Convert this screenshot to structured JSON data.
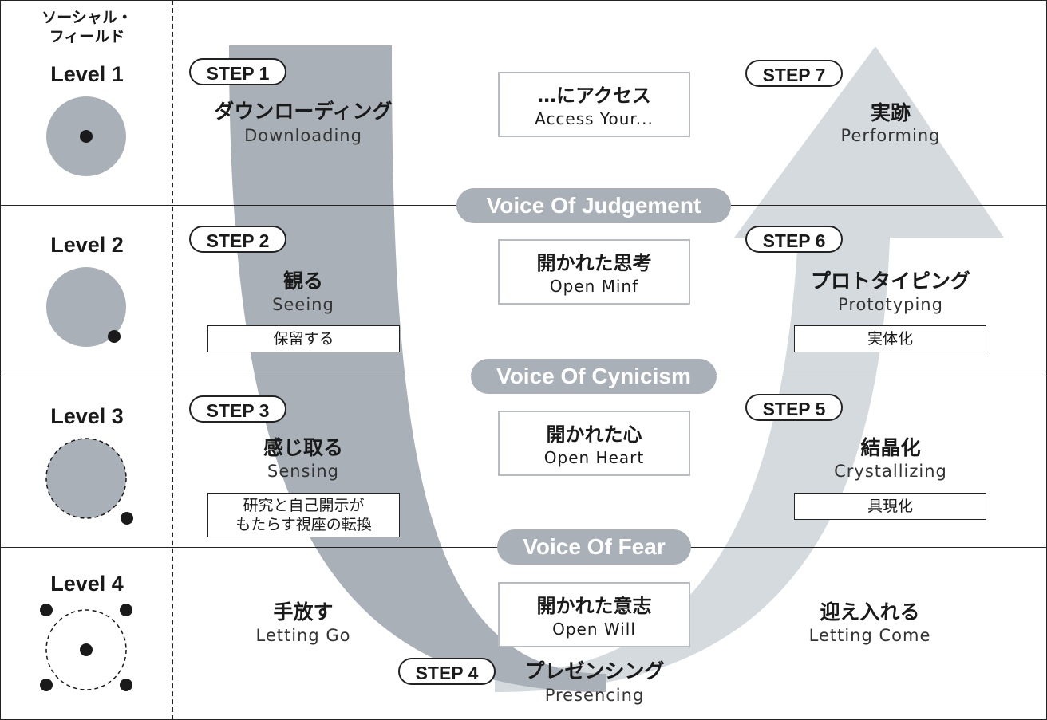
{
  "field_label": "ソーシャル・\nフィールド",
  "levels": [
    {
      "label": "Level 1"
    },
    {
      "label": "Level 2"
    },
    {
      "label": "Level 3"
    },
    {
      "label": "Level 4"
    }
  ],
  "steps": {
    "s1": {
      "tag": "STEP 1",
      "jp": "ダウンローディング",
      "en": "Downloading"
    },
    "s2": {
      "tag": "STEP 2",
      "jp": "観る",
      "en": "Seeing",
      "box": "保留する"
    },
    "s3": {
      "tag": "STEP 3",
      "jp": "感じ取る",
      "en": "Sensing",
      "box": "研究と自己開示が\nもたらす視座の転換"
    },
    "s4": {
      "tag": "STEP 4",
      "jp": "プレゼンシング",
      "en": "Presencing"
    },
    "s5": {
      "tag": "STEP 5",
      "jp": "結晶化",
      "en": "Crystallizing",
      "box": "具現化"
    },
    "s6": {
      "tag": "STEP 6",
      "jp": "プロトタイピング",
      "en": "Prototyping",
      "box": "実体化"
    },
    "s7": {
      "tag": "STEP 7",
      "jp": "実跡",
      "en": "Performing"
    }
  },
  "letting_go": {
    "jp": "手放す",
    "en": "Letting Go"
  },
  "letting_come": {
    "jp": "迎え入れる",
    "en": "Letting Come"
  },
  "center": [
    {
      "jp": "…にアクセス",
      "en": "Access Your..."
    },
    {
      "jp": "開かれた思考",
      "en": "Open Minf"
    },
    {
      "jp": "開かれた心",
      "en": "Open Heart"
    },
    {
      "jp": "開かれた意志",
      "en": "Open Will"
    }
  ],
  "voices": {
    "judgement": "Voice Of Judgement",
    "cynicism": "Voice Of Cynicism",
    "fear": "Voice Of Fear"
  },
  "colors": {
    "left_arm": "#a9b0b7",
    "right_arm": "#d5dadf",
    "circle": "#a9b0b7",
    "voice_bg": "#a9b0b7"
  }
}
